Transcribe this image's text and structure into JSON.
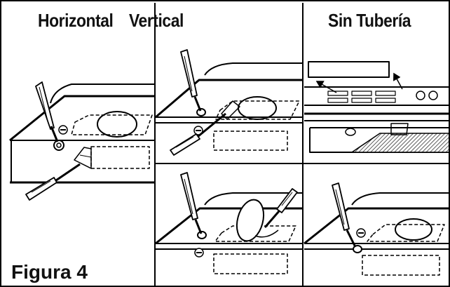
{
  "titles": {
    "horizontal": "Horizontal",
    "vertical": "Vertical",
    "sin_tuberia": "Sin Tubería"
  },
  "figure_label": "Figura 4",
  "icons": {
    "screwdriver": "screwdriver-icon",
    "screw": "screw-icon",
    "arrow": "arrow-icon"
  }
}
